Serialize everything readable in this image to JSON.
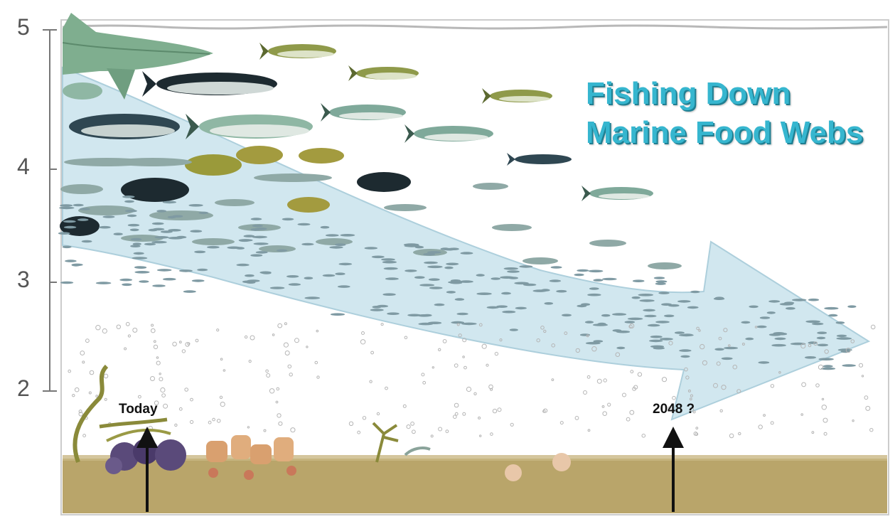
{
  "title": {
    "line1": "Fishing Down",
    "line2": "Marine Food Webs"
  },
  "axis": {
    "ticks": [
      "5",
      "4",
      "3",
      "2"
    ]
  },
  "markers": {
    "today": "Today",
    "future": "2048 ?"
  },
  "colors": {
    "title": "#36b6cf",
    "arrow": "#cfe6ef",
    "seafloor": "#b9a56a",
    "fish_large": "#8fb7a4",
    "fish_dark": "#1d2a30",
    "fish_yellow": "#9a9a3a"
  }
}
